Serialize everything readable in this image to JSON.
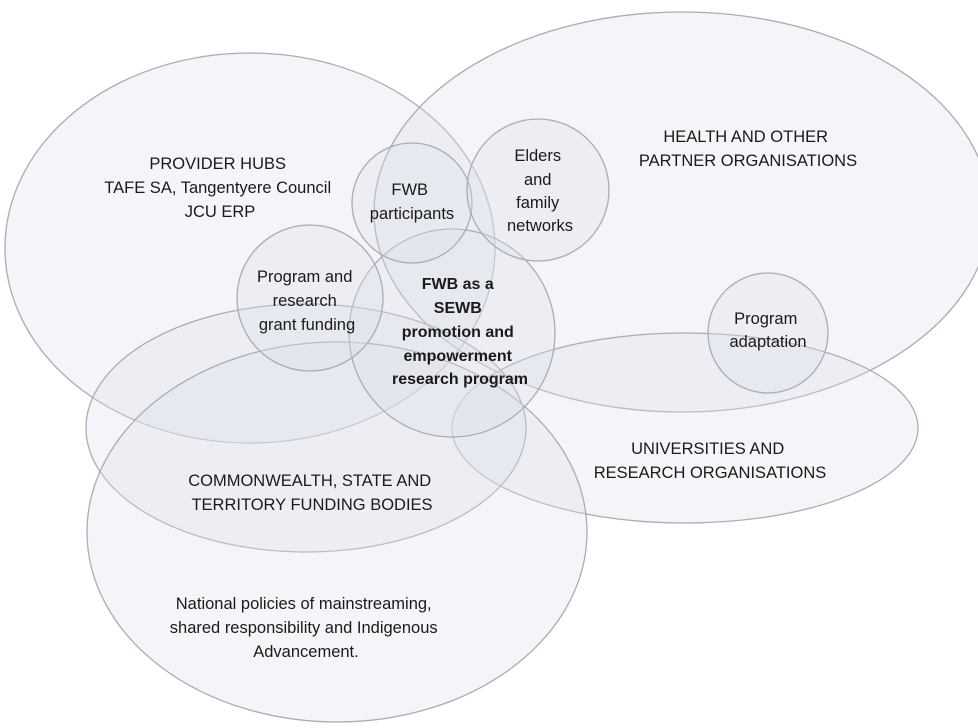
{
  "diagram": {
    "provider_hubs": {
      "lines": [
        "PROVIDER HUBS",
        "TAFE SA, Tangentyere Council",
        "JCU ERP"
      ]
    },
    "health_partners": {
      "lines": [
        "HEALTH AND OTHER",
        "PARTNER ORGANISATIONS"
      ]
    },
    "universities": {
      "lines": [
        "UNIVERSITIES AND",
        "RESEARCH ORGANISATIONS"
      ]
    },
    "funding_bodies": {
      "lines": [
        "COMMONWEALTH, STATE AND",
        "TERRITORY FUNDING BODIES"
      ]
    },
    "national_policies": {
      "lines": [
        "National policies of mainstreaming,",
        "shared responsibility and Indigenous",
        "Advancement."
      ]
    },
    "fwb_participants": {
      "lines": [
        "FWB",
        "participants"
      ]
    },
    "elders": {
      "lines": [
        "Elders",
        "and",
        "family",
        "networks"
      ]
    },
    "grant_funding": {
      "lines": [
        "Program and",
        "research",
        "grant funding"
      ]
    },
    "fwb_core": {
      "lines": [
        "FWB as a",
        "SEWB",
        "promotion and",
        "empowerment",
        "research program"
      ]
    },
    "program_adaptation": {
      "lines": [
        "Program",
        "adaptation"
      ]
    }
  }
}
